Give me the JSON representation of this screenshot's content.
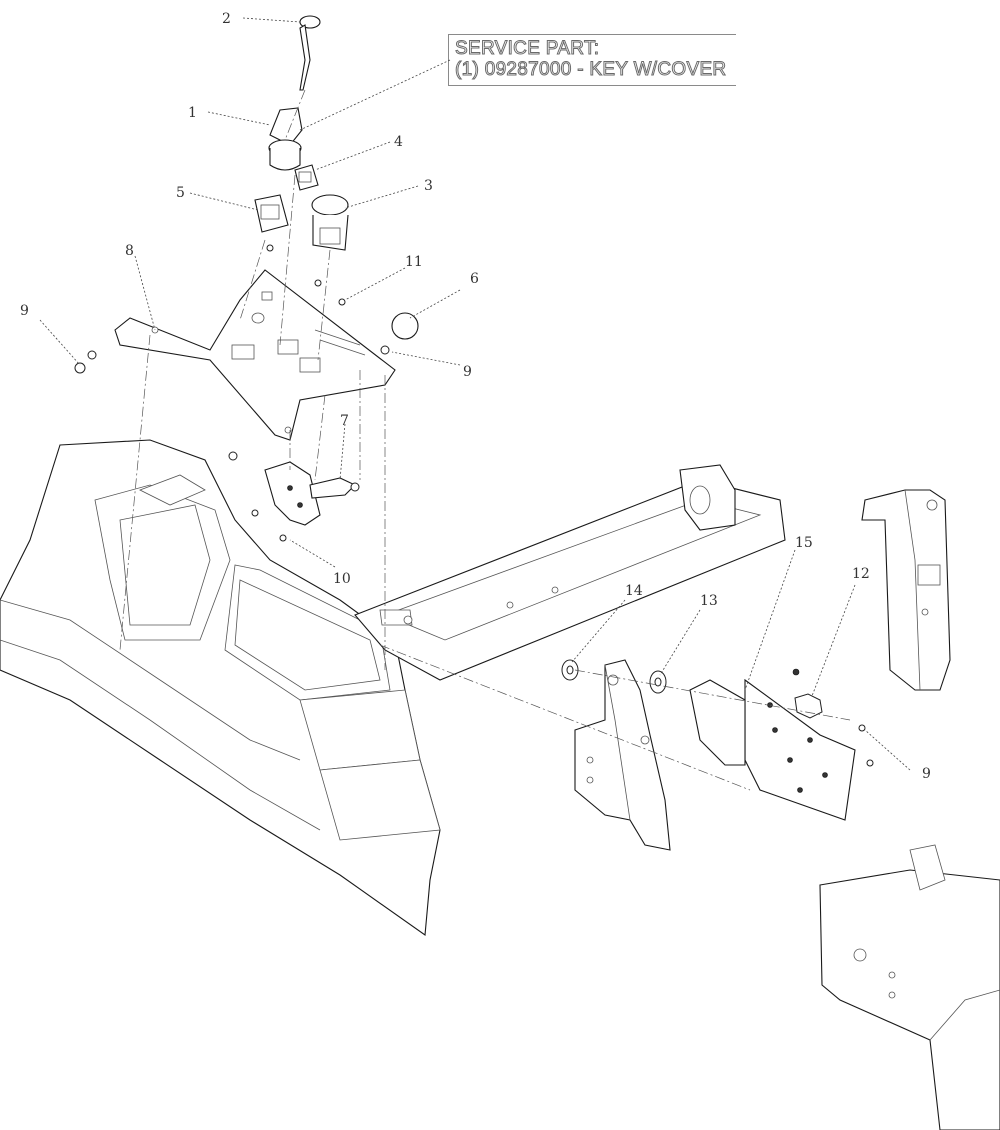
{
  "service_note": {
    "line1": "SERVICE PART:",
    "line2": "(1) 09287000 - KEY W/COVER"
  },
  "callouts": {
    "c1": "1",
    "c2": "2",
    "c3": "3",
    "c4": "4",
    "c5": "5",
    "c6": "6",
    "c7": "7",
    "c8": "8",
    "c9a": "9",
    "c9b": "9",
    "c9c": "9",
    "c10": "10",
    "c11": "11",
    "c12": "12",
    "c13": "13",
    "c14": "14",
    "c15": "15"
  }
}
